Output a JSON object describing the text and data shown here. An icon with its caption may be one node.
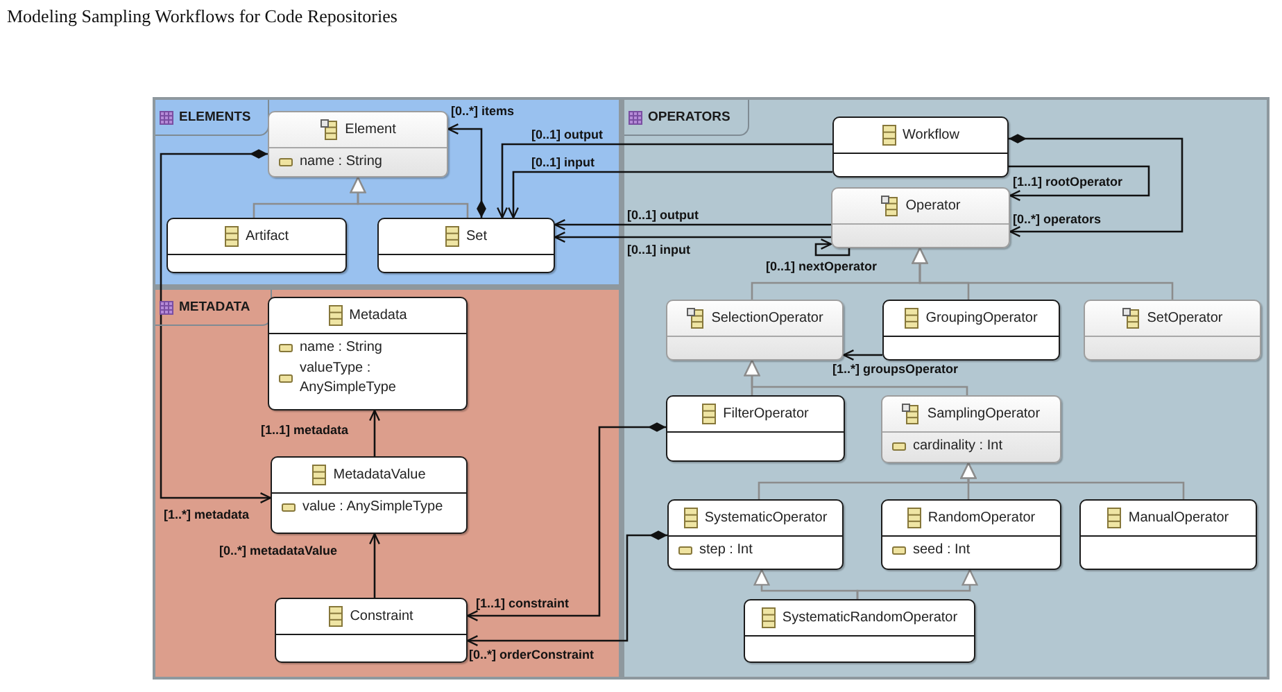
{
  "diagram": {
    "title": "Modeling Sampling Workflows for Code Repositories",
    "nodes": [
      {
        "text": [
          "ELEMENTS"
        ]
      },
      {
        "text": [
          "Element",
          "name : String"
        ],
        "in": 0
      },
      {
        "text": [
          "Artifact"
        ],
        "in": 0
      },
      {
        "text": [
          "Set"
        ],
        "in": 0
      },
      {
        "text": [
          "METADATA"
        ]
      },
      {
        "text": [
          "Metadata",
          "name : String",
          "valueType : AnySimpleType"
        ],
        "in": 4
      },
      {
        "text": [
          "MetadataValue",
          "value : AnySimpleType"
        ],
        "in": 4
      },
      {
        "text": [
          "Constraint"
        ],
        "in": 4
      },
      {
        "text": [
          "OPERATORS"
        ]
      },
      {
        "text": [
          "Workflow"
        ],
        "in": 8
      },
      {
        "text": [
          "Operator"
        ],
        "in": 8
      },
      {
        "text": [
          "SelectionOperator"
        ],
        "in": 8
      },
      {
        "text": [
          "GroupingOperator"
        ],
        "in": 8
      },
      {
        "text": [
          "SetOperator"
        ],
        "in": 8
      },
      {
        "text": [
          "FilterOperator"
        ],
        "in": 8
      },
      {
        "text": [
          "SamplingOperator",
          "cardinality : Int"
        ],
        "in": 8
      },
      {
        "text": [
          "SystematicOperator",
          "step : Int"
        ],
        "in": 8
      },
      {
        "text": [
          "RandomOperator",
          "seed : Int"
        ],
        "in": 8
      },
      {
        "text": [
          "ManualOperator"
        ],
        "in": 8
      },
      {
        "text": [
          "SystematicRandomOperator"
        ],
        "in": 8
      }
    ],
    "edges": [
      {
        "from": 3,
        "to": 1,
        "arrow": "to",
        "label": "[0..*] items"
      },
      {
        "from": 2,
        "to": 1,
        "arrow": "to",
        "color": "#8c8c8c"
      },
      {
        "from": 3,
        "to": 1,
        "arrow": "to",
        "color": "#8c8c8c"
      },
      {
        "from": 1,
        "to": 6,
        "arrow": "to",
        "label": "[1..*] metadata"
      },
      {
        "from": 6,
        "to": 5,
        "arrow": "to",
        "label": "[1..1] metadata"
      },
      {
        "from": 7,
        "to": 6,
        "arrow": "to",
        "label": "[0..*] metadataValue"
      },
      {
        "from": 9,
        "to": 3,
        "arrow": "to",
        "label": "[0..1] output"
      },
      {
        "from": 9,
        "to": 3,
        "arrow": "to",
        "label": "[0..1] input"
      },
      {
        "from": 10,
        "to": 3,
        "arrow": "to",
        "label": "[0..1] output"
      },
      {
        "from": 10,
        "to": 3,
        "arrow": "to",
        "label": "[0..1] input"
      },
      {
        "from": 9,
        "to": 10,
        "arrow": "to",
        "label": "[1..1] rootOperator"
      },
      {
        "from": 9,
        "to": 10,
        "arrow": "to",
        "label": "[0..*] operators"
      },
      {
        "from": 10,
        "to": 10,
        "arrow": "to",
        "label": "[0..1] nextOperator"
      },
      {
        "from": 11,
        "to": 10,
        "arrow": "to",
        "color": "#8c8c8c"
      },
      {
        "from": 12,
        "to": 10,
        "arrow": "to",
        "color": "#8c8c8c"
      },
      {
        "from": 13,
        "to": 10,
        "arrow": "to",
        "color": "#8c8c8c"
      },
      {
        "from": 12,
        "to": 11,
        "arrow": "to",
        "label": "[1..*] groupsOperator"
      },
      {
        "from": 14,
        "to": 11,
        "arrow": "to",
        "color": "#8c8c8c"
      },
      {
        "from": 15,
        "to": 11,
        "arrow": "to",
        "color": "#8c8c8c"
      },
      {
        "from": 14,
        "to": 7,
        "arrow": "to",
        "label": "[1..1] constraint"
      },
      {
        "from": 16,
        "to": 15,
        "arrow": "to",
        "color": "#8c8c8c"
      },
      {
        "from": 17,
        "to": 15,
        "arrow": "to",
        "color": "#8c8c8c"
      },
      {
        "from": 18,
        "to": 15,
        "arrow": "to",
        "color": "#8c8c8c"
      },
      {
        "from": 16,
        "to": 7,
        "arrow": "to",
        "label": "[0..*] orderConstraint"
      },
      {
        "from": 19,
        "to": 16,
        "arrow": "to",
        "color": "#8c8c8c"
      },
      {
        "from": 19,
        "to": 17,
        "arrow": "to",
        "color": "#8c8c8c"
      }
    ]
  }
}
